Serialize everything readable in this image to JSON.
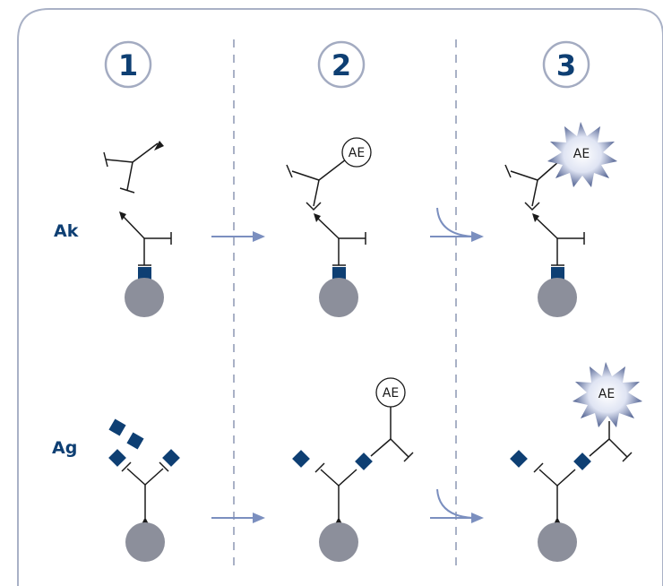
{
  "steps": [
    {
      "label": "1"
    },
    {
      "label": "2"
    },
    {
      "label": "3"
    }
  ],
  "rows": {
    "ak": {
      "label": "Ak"
    },
    "ag": {
      "label": "Ag"
    }
  },
  "marker": {
    "label": "AE"
  },
  "colors": {
    "frame": "#a9b1c6",
    "divider": "#a9b1c6",
    "accent": "#0e3f73",
    "step_circle": "#a3abc1",
    "bead": "#8c8f9b",
    "ink": "#1a1a1a",
    "arrow": "#7b8fbf",
    "star_dark": "#1a2f6b",
    "star_light": "#ffffff"
  }
}
